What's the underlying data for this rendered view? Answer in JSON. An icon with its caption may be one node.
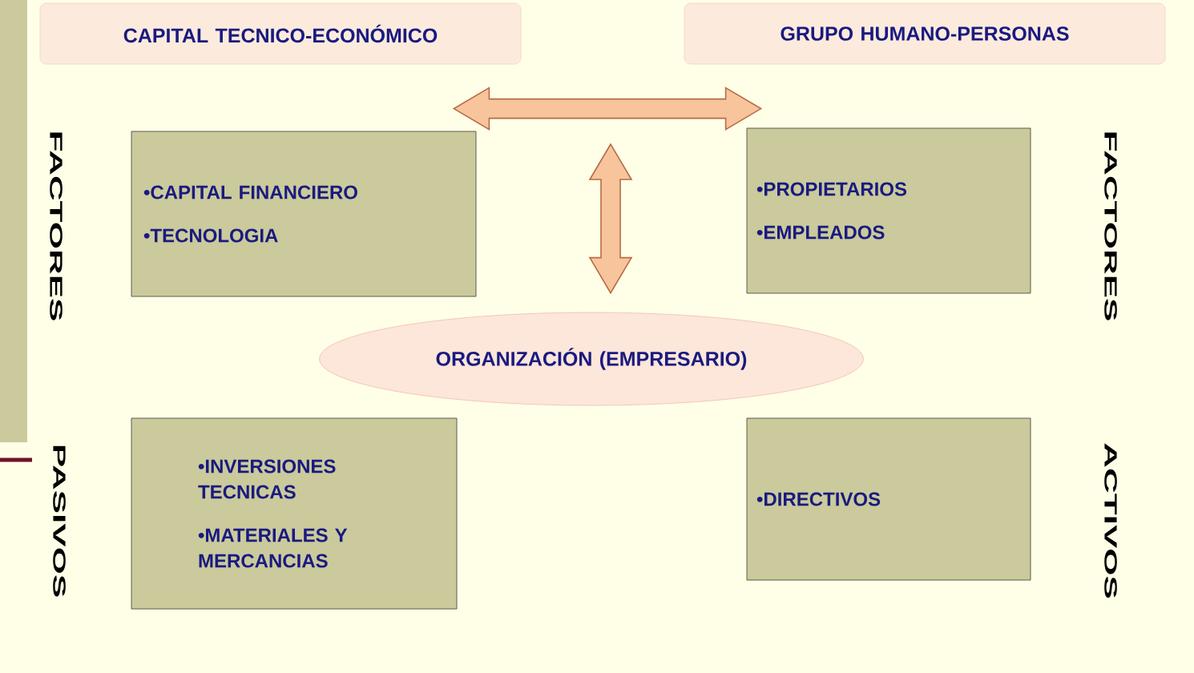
{
  "diagram": {
    "nodes": [
      {
        "text": [
          "CAPITAL TECNICO-ECONÓMICO"
        ]
      },
      {
        "text": [
          "GRUPO HUMANO-PERSONAS"
        ]
      },
      {
        "text": [
          "•CAPITAL FINANCIERO",
          "•TECNOLOGIA"
        ]
      },
      {
        "text": [
          "•PROPIETARIOS",
          "•EMPLEADOS"
        ]
      },
      {
        "text": [
          "ORGANIZACIÓN (EMPRESARIO)"
        ]
      },
      {
        "text": [
          "•INVERSIONES TECNICAS",
          "•MATERIALES Y MERCANCIAS"
        ]
      },
      {
        "text": [
          "•DIRECTIVOS"
        ]
      }
    ],
    "edges": [
      {
        "from": 2,
        "to": 3,
        "arrow": "both"
      },
      {
        "from": null,
        "to": 4,
        "arrow": "both"
      }
    ],
    "labels": [
      "FACTORES",
      "FACTORES",
      "PASIVOS",
      "ACTIVOS"
    ]
  }
}
